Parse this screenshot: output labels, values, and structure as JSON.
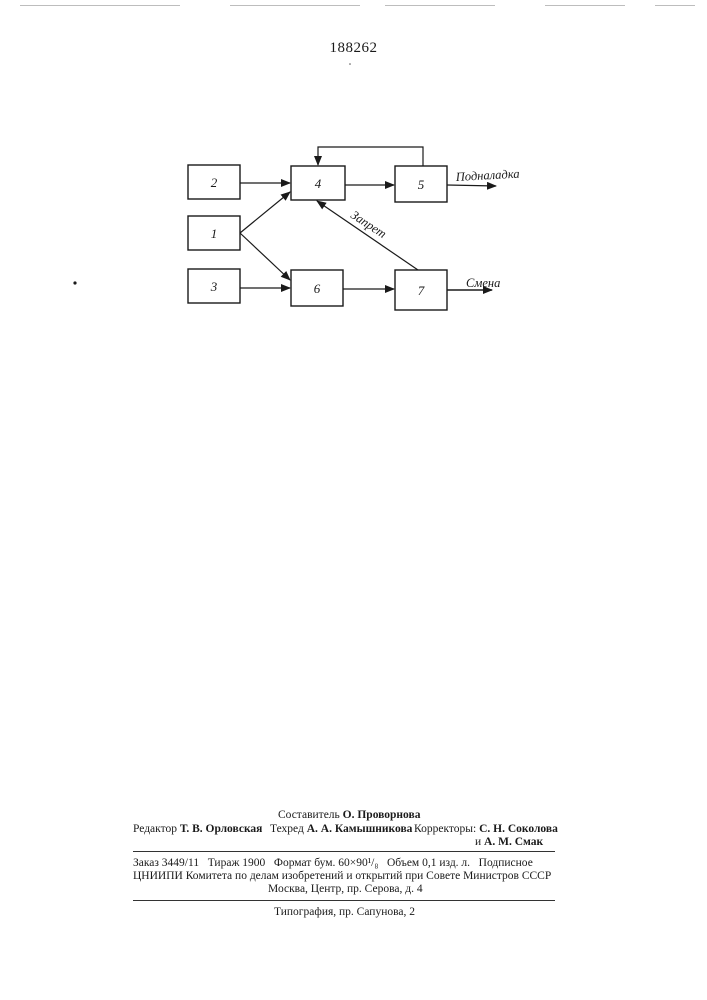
{
  "document": {
    "patent_number": "188262"
  },
  "diagram": {
    "blocks": [
      {
        "id": "block-2",
        "label": "2"
      },
      {
        "id": "block-1",
        "label": "1"
      },
      {
        "id": "block-3",
        "label": "3"
      },
      {
        "id": "block-4",
        "label": "4"
      },
      {
        "id": "block-5",
        "label": "5"
      },
      {
        "id": "block-6",
        "label": "6"
      },
      {
        "id": "block-7",
        "label": "7"
      }
    ],
    "outputs": {
      "adjustment": "Подналадка",
      "change": "Смена"
    },
    "inhibit_label": "Запрет"
  },
  "imprint": {
    "compiler_label": "Составитель",
    "compiler_name": "О. Проворнова",
    "editor_label": "Редактор",
    "editor_name": "Т. В. Орловская",
    "techred_label": "Техред",
    "techred_name": "А. А. Камышникова",
    "correctors_label": "Корректоры:",
    "corrector_1": "С. Н. Соколова",
    "corrector_2_prefix": "и",
    "corrector_2": "А. М. Смак",
    "order_line": "Заказ 3449/11   Тираж 1900   Формат бум. 60×90¹/₈   Объем 0,1 изд. л.   Подписное",
    "org_line": "ЦНИИПИ Комитета по делам изобретений и открытий при Совете Министров СССР",
    "address_line": "Москва, Центр, пр. Серова, д. 4",
    "printer_line": "Типография, пр. Сапунова, 2"
  }
}
